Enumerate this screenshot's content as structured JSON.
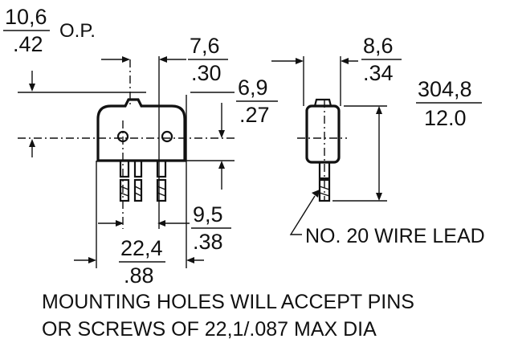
{
  "dimensions": {
    "op_mm": "10,6",
    "op_in": ".42",
    "op_suffix": "O.P.",
    "pin_spacing_mm": "7,6",
    "pin_spacing_in": ".30",
    "hole_height_mm": "6,9",
    "hole_height_in": ".27",
    "thickness_mm": "8,6",
    "thickness_in": ".34",
    "lead_length_mm": "304,8",
    "lead_length_in": "12.0",
    "terminal_offset_mm": "9,5",
    "terminal_offset_in": ".38",
    "width_mm": "22,4",
    "width_in": ".88"
  },
  "notes": {
    "wire_lead": "NO. 20 WIRE LEAD",
    "mounting_line1": "MOUNTING HOLES WILL ACCEPT PINS",
    "mounting_line2": "OR SCREWS OF 22,1/.087 MAX DIA"
  }
}
